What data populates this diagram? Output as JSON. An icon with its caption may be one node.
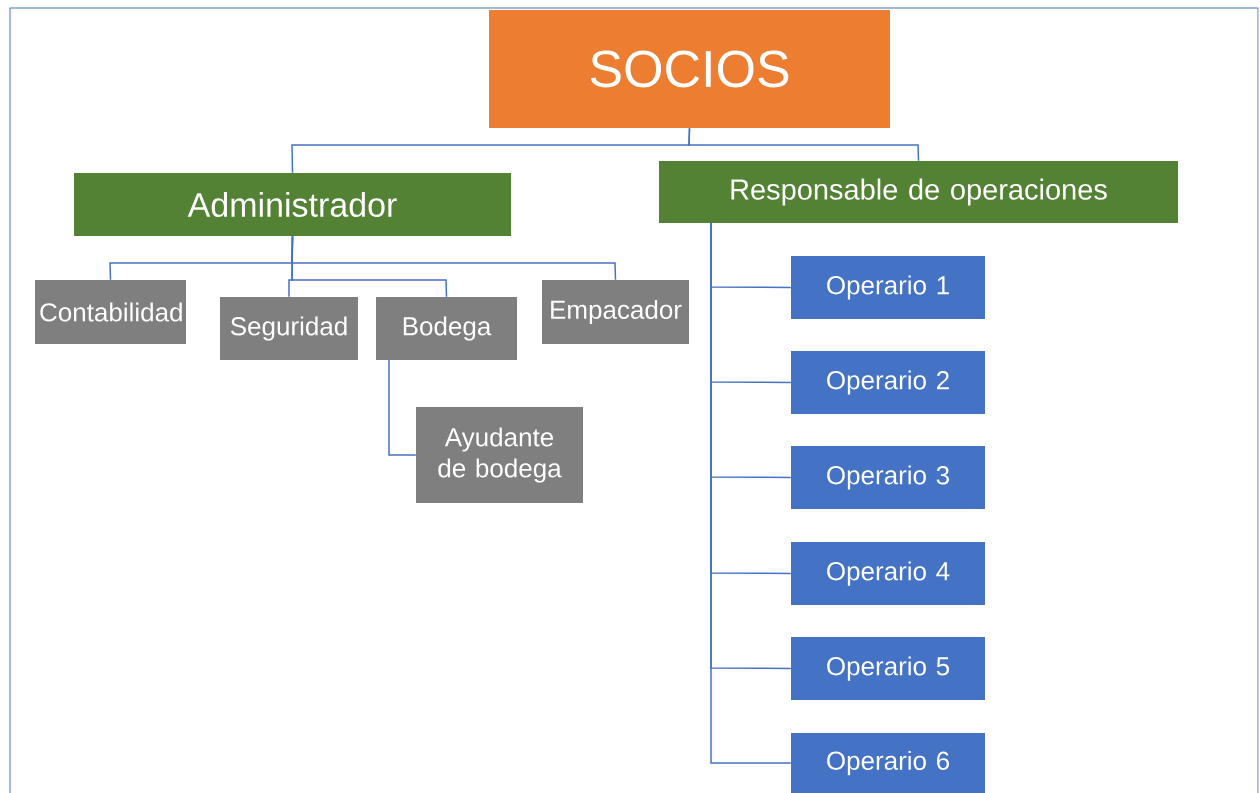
{
  "diagram": {
    "nodes": [
      {
        "text": [
          "SOCIOS"
        ]
      },
      {
        "text": [
          "Administrador"
        ]
      },
      {
        "text": [
          "Responsable de operaciones"
        ]
      },
      {
        "text": [
          "Contabilidad"
        ]
      },
      {
        "text": [
          "Seguridad"
        ]
      },
      {
        "text": [
          "Bodega"
        ]
      },
      {
        "text": [
          "Empacador"
        ]
      },
      {
        "text": [
          "Ayudante de bodega"
        ]
      },
      {
        "text": [
          "Operario 1"
        ]
      },
      {
        "text": [
          "Operario 2"
        ]
      },
      {
        "text": [
          "Operario 3"
        ]
      },
      {
        "text": [
          "Operario 4"
        ]
      },
      {
        "text": [
          "Operario 5"
        ]
      },
      {
        "text": [
          "Operario 6"
        ]
      }
    ],
    "edges": [
      {
        "from": 0,
        "to": 1,
        "arrow": "none"
      },
      {
        "from": 0,
        "to": 2,
        "arrow": "none"
      },
      {
        "from": 1,
        "to": 3,
        "arrow": "none"
      },
      {
        "from": 1,
        "to": 4,
        "arrow": "none"
      },
      {
        "from": 1,
        "to": 5,
        "arrow": "none"
      },
      {
        "from": 1,
        "to": 6,
        "arrow": "none"
      },
      {
        "from": 5,
        "to": 7,
        "arrow": "none"
      },
      {
        "from": 2,
        "to": 8,
        "arrow": "none"
      },
      {
        "from": 2,
        "to": 9,
        "arrow": "none"
      },
      {
        "from": 2,
        "to": 10,
        "arrow": "none"
      },
      {
        "from": 2,
        "to": 11,
        "arrow": "none"
      },
      {
        "from": 2,
        "to": 12,
        "arrow": "none"
      },
      {
        "from": 2,
        "to": 13,
        "arrow": "none"
      }
    ]
  }
}
